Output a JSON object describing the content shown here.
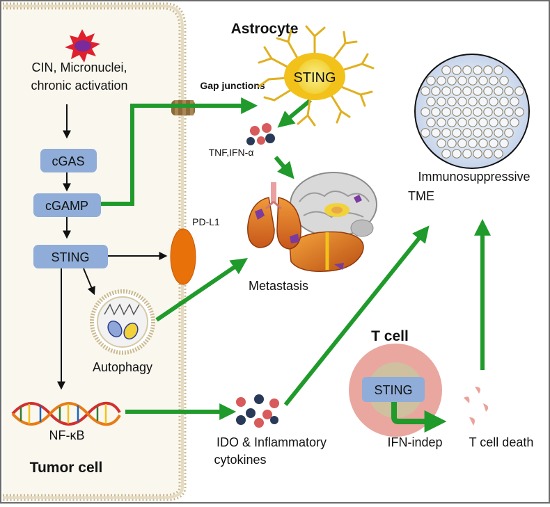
{
  "labels": {
    "astrocyte": "Astrocyte",
    "astro_sting": "STING",
    "gap_junctions": "Gap junctions",
    "cin_line1": "CIN, Micronuclei,",
    "cin_line2": "chronic activation",
    "cgas": "cGAS",
    "cgamp": "cGAMP",
    "sting": "STING",
    "pdl1": "PD-L1",
    "tnf_ifn": "TNF,IFN-α",
    "metastasis": "Metastasis",
    "autophagy": "Autophagy",
    "nfkb": "NF-κB",
    "ido_line1": "IDO & Inflammatory",
    "ido_line2": "cytokines",
    "tumor_cell": "Tumor cell",
    "tcell": "T cell",
    "tcell_sting": "STING",
    "ifn_indep": "IFN-indep",
    "tcell_death": "T cell death",
    "tme_line1": "Immunosuppressive",
    "tme_line2": "TME"
  },
  "colors": {
    "green_arrow": "#1f9a2b",
    "black_arrow": "#111111",
    "node_fill": "#8fadd8",
    "pdl1_fill": "#e8710a",
    "astro_body": "#f2c21a",
    "astro_core": "#f5e46a",
    "membrane": "#d8c8a6",
    "tcell_outer": "#e9a7a0",
    "tcell_inner": "#cfc0a0",
    "dna_fill": "#d32f2f",
    "cytokine_red": "#d85a5a",
    "cytokine_dark": "#283a58",
    "cytokine_purple": "#7a3aa0"
  }
}
